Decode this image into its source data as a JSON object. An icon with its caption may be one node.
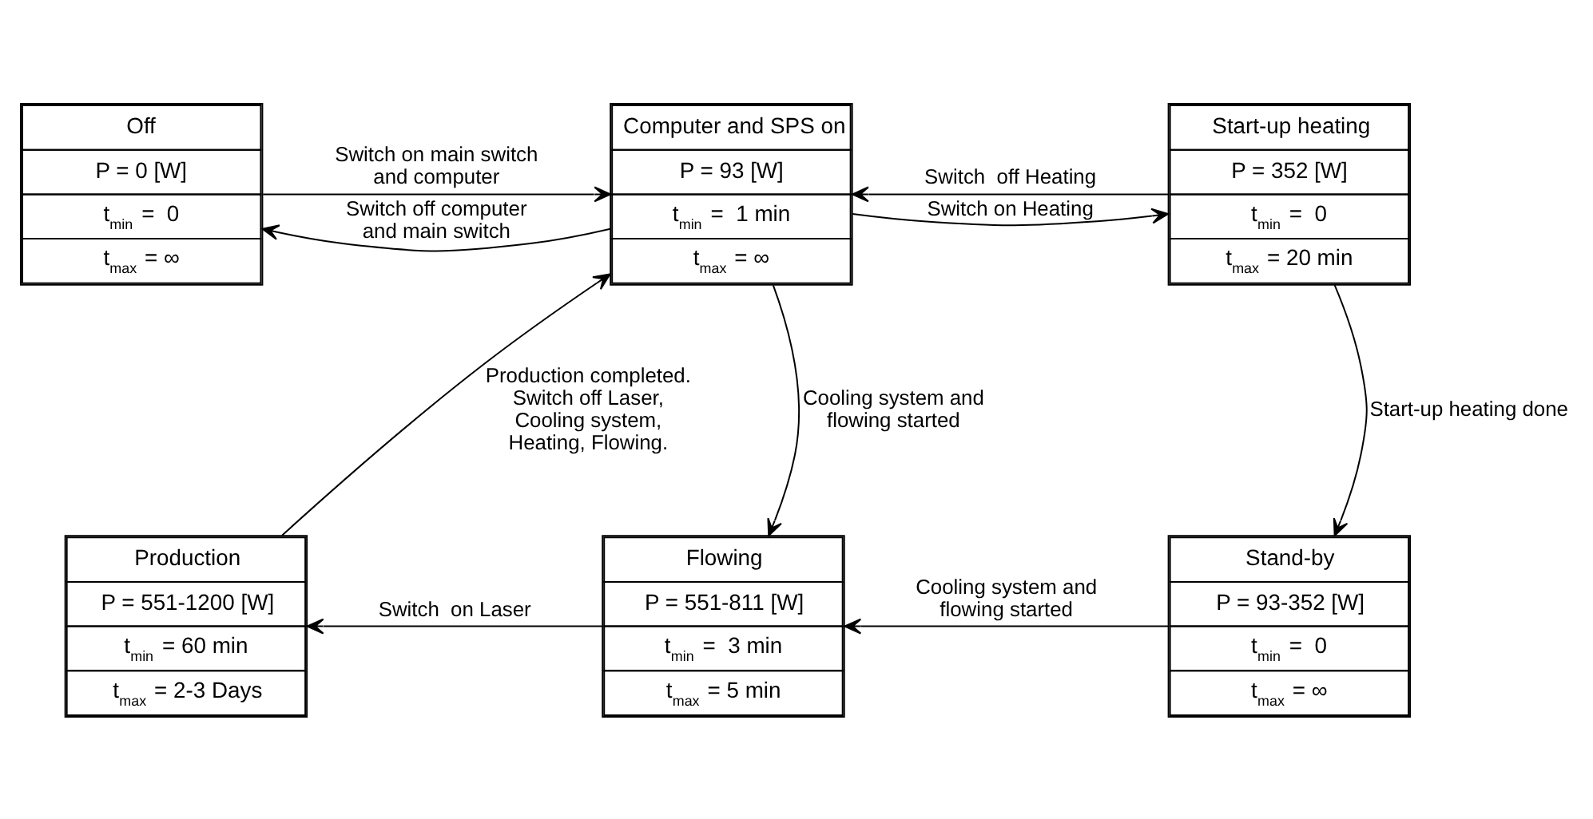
{
  "diagram": {
    "nodes": [
      {
        "text": [
          "Off",
          "P = 0 [W]",
          "t$_{min}$ =  0",
          "t$_{max}$ = ∞"
        ]
      },
      {
        "text": [
          "Computer and SPS on",
          "P = 93 [W]",
          "t$_{min}$ =  1 min",
          "t$_{max}$ = ∞"
        ]
      },
      {
        "text": [
          "Start-up heating",
          "P = 352 [W]",
          "t$_{min}$ =  0",
          "t$_{max}$ = 20 min"
        ]
      },
      {
        "text": [
          "Production",
          "P = 551-1200 [W]",
          "t$_{min}$ = 60 min",
          "t$_{max}$ = 2-3 Days"
        ]
      },
      {
        "text": [
          "Flowing",
          "P = 551-811 [W]",
          "t$_{min}$ =  3 min",
          "t$_{max}$ = 5 min"
        ]
      },
      {
        "text": [
          "Stand-by",
          "P = 93-352 [W]",
          "t$_{min}$ =  0",
          "t$_{max}$ = ∞"
        ]
      }
    ],
    "edges": [
      {
        "from": 0,
        "to": 1,
        "arrow": "to",
        "label": "Switch on main switch and computer"
      },
      {
        "from": 1,
        "to": 2,
        "arrow": "to",
        "label": "Switch on Heating"
      },
      {
        "from": 2,
        "to": 1,
        "arrow": "to",
        "label": "Switch  off Heating"
      },
      {
        "from": 1,
        "to": 0,
        "arrow": "to",
        "label": "Switch off computer and main switch"
      },
      {
        "from": 2,
        "to": 5,
        "arrow": "to",
        "label": "Start-up heating done"
      },
      {
        "from": 1,
        "to": 4,
        "arrow": "to",
        "label": "Cooling system and flowing started"
      },
      {
        "from": 5,
        "to": 4,
        "arrow": "to",
        "label": "Cooling system and flowing started"
      },
      {
        "from": 4,
        "to": 3,
        "arrow": "to",
        "label": "Switch  on Laser"
      },
      {
        "from": 3,
        "to": 1,
        "arrow": "to",
        "label": "Production completed. Switch off Laser, Cooling system, Heating, Flowing."
      }
    ]
  }
}
